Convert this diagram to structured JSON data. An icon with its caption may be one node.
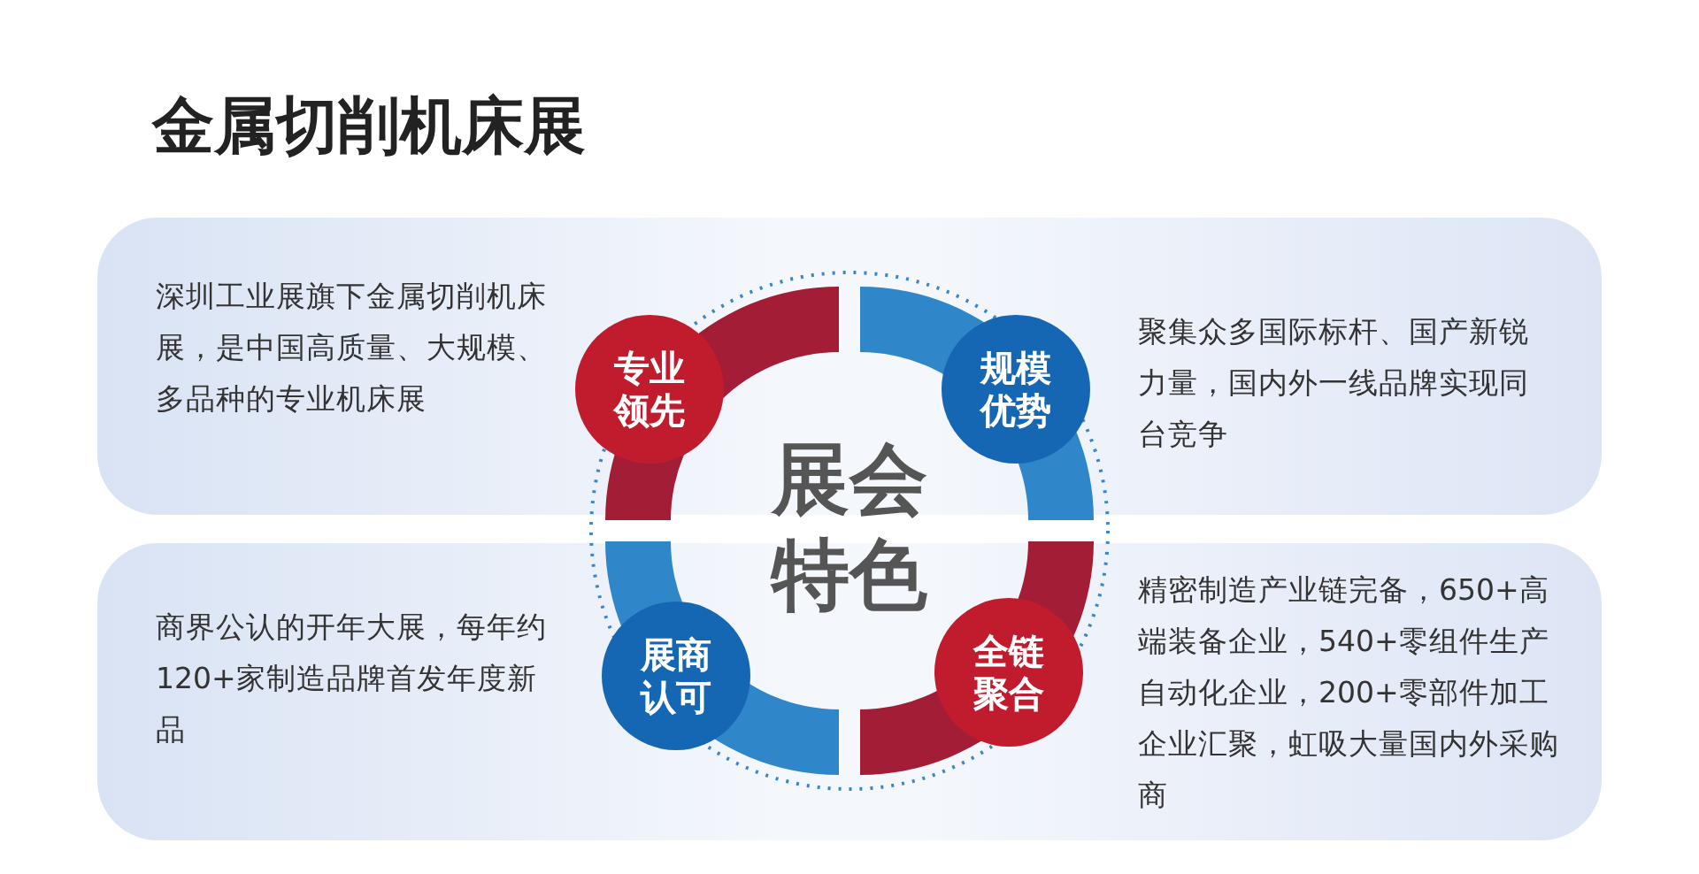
{
  "diagram": {
    "title": "金属切削机床展",
    "nodes": [
      {
        "text": [
          "深圳工业展旗下金属切削机床展，是中国高质量、大规模、多品种的专业机床展",
          "聚集众多国际标杆、国产新锐力量，国内外一线品牌实现同台竞争"
        ]
      },
      {
        "text": [
          "商界公认的开年大展，每年约120+家制造品牌首发年度新品",
          "精密制造产业链完备，650+高端装备企业，540+零组件生产自动化企业，200+零部件加工企业汇聚，虹吸大量国内外采购商"
        ]
      },
      {
        "text": [
          "展会特色"
        ]
      },
      {
        "text": [
          "专业领先"
        ],
        "in": 0
      },
      {
        "text": [
          "规模优势"
        ],
        "in": 0
      },
      {
        "text": [
          "展商认可"
        ],
        "in": 1
      },
      {
        "text": [
          "全链聚合"
        ],
        "in": 1
      }
    ]
  }
}
